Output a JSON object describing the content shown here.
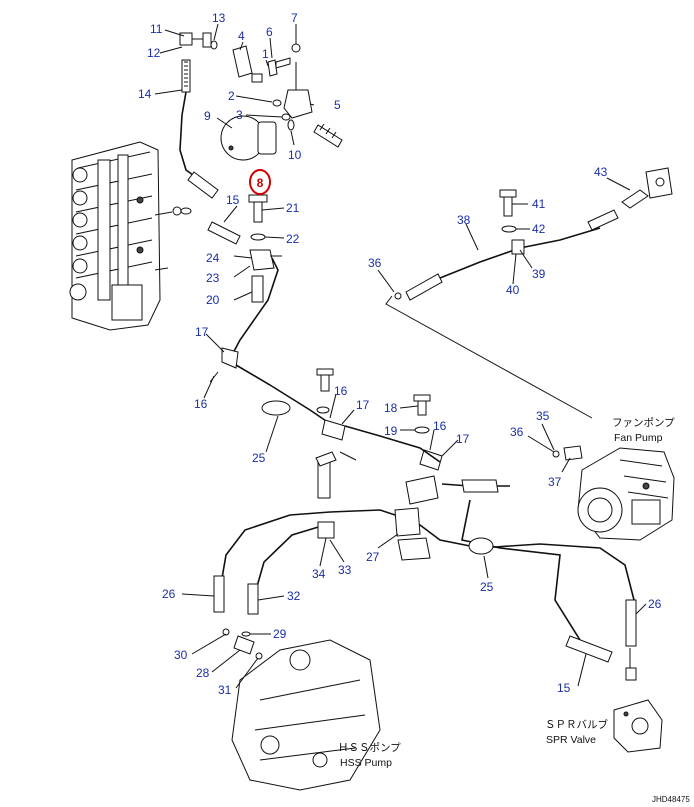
{
  "part_numbers": [
    {
      "id": "11",
      "text": "11"
    },
    {
      "id": "13",
      "text": "13"
    },
    {
      "id": "4",
      "text": "4"
    },
    {
      "id": "6",
      "text": "6"
    },
    {
      "id": "7",
      "text": "7"
    },
    {
      "id": "12",
      "text": "12"
    },
    {
      "id": "1",
      "text": "1"
    },
    {
      "id": "14",
      "text": "14"
    },
    {
      "id": "2",
      "text": "2"
    },
    {
      "id": "5",
      "text": "5"
    },
    {
      "id": "9",
      "text": "9"
    },
    {
      "id": "3",
      "text": "3"
    },
    {
      "id": "10",
      "text": "10"
    },
    {
      "id": "43",
      "text": "43"
    },
    {
      "id": "41",
      "text": "41"
    },
    {
      "id": "15a",
      "text": "15"
    },
    {
      "id": "21",
      "text": "21"
    },
    {
      "id": "38",
      "text": "38"
    },
    {
      "id": "42",
      "text": "42"
    },
    {
      "id": "22",
      "text": "22"
    },
    {
      "id": "36a",
      "text": "36"
    },
    {
      "id": "24",
      "text": "24"
    },
    {
      "id": "39",
      "text": "39"
    },
    {
      "id": "23",
      "text": "23"
    },
    {
      "id": "40",
      "text": "40"
    },
    {
      "id": "20",
      "text": "20"
    },
    {
      "id": "17a",
      "text": "17"
    },
    {
      "id": "16a",
      "text": "16"
    },
    {
      "id": "16b",
      "text": "16"
    },
    {
      "id": "17b",
      "text": "17"
    },
    {
      "id": "18",
      "text": "18"
    },
    {
      "id": "35",
      "text": "35"
    },
    {
      "id": "19",
      "text": "19"
    },
    {
      "id": "16c",
      "text": "16"
    },
    {
      "id": "36b",
      "text": "36"
    },
    {
      "id": "17c",
      "text": "17"
    },
    {
      "id": "25a",
      "text": "25"
    },
    {
      "id": "37",
      "text": "37"
    },
    {
      "id": "27",
      "text": "27"
    },
    {
      "id": "34",
      "text": "34"
    },
    {
      "id": "33",
      "text": "33"
    },
    {
      "id": "25b",
      "text": "25"
    },
    {
      "id": "26a",
      "text": "26"
    },
    {
      "id": "32",
      "text": "32"
    },
    {
      "id": "26b",
      "text": "26"
    },
    {
      "id": "29",
      "text": "29"
    },
    {
      "id": "30",
      "text": "30"
    },
    {
      "id": "28",
      "text": "28"
    },
    {
      "id": "15b",
      "text": "15"
    },
    {
      "id": "31",
      "text": "31"
    }
  ],
  "highlight": {
    "text": "8"
  },
  "labels": {
    "fan_pump_jp": "ファンポンプ",
    "fan_pump_en": "Fan Pump",
    "spr_valve_jp": "ＳＰＲバルブ",
    "spr_valve_en": "SPR Valve",
    "hss_pump_jp": "ＨＳＳポンプ",
    "hss_pump_en": "HSS Pump",
    "drawing_ref": "JHD48475"
  },
  "colors": {
    "callout": "#1a2fa8",
    "highlight": "#d10000",
    "ink": "#111111"
  }
}
